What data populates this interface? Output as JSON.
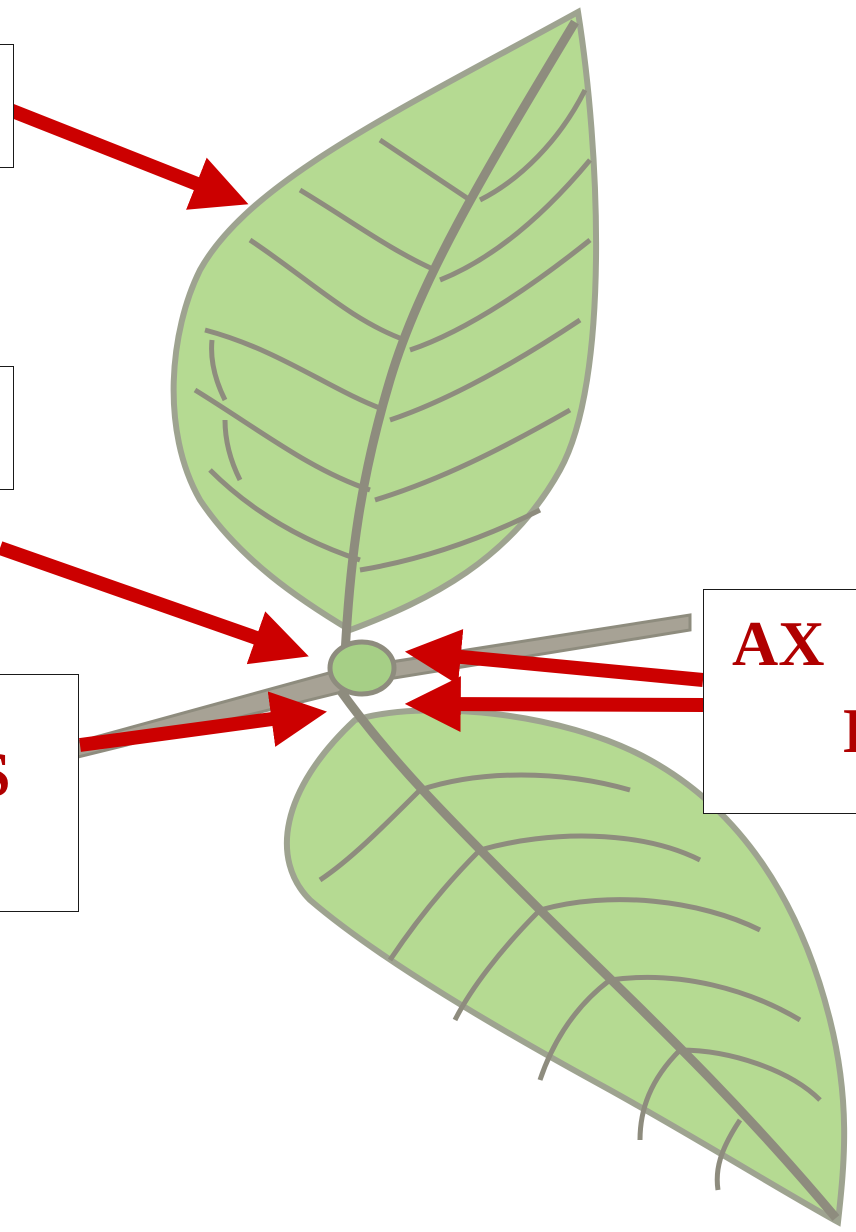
{
  "diagram": {
    "colors": {
      "arrow": "#cc0000",
      "label_text": "#b00000",
      "leaf_fill": "#b5da92",
      "vein": "#8e8c7e",
      "box_border": "#1a1a1a",
      "background": "#ffffff"
    },
    "labels": {
      "top_left": "",
      "middle_left": "",
      "bottom_left": "S",
      "right_line1": "AX",
      "right_line2": "I"
    }
  }
}
